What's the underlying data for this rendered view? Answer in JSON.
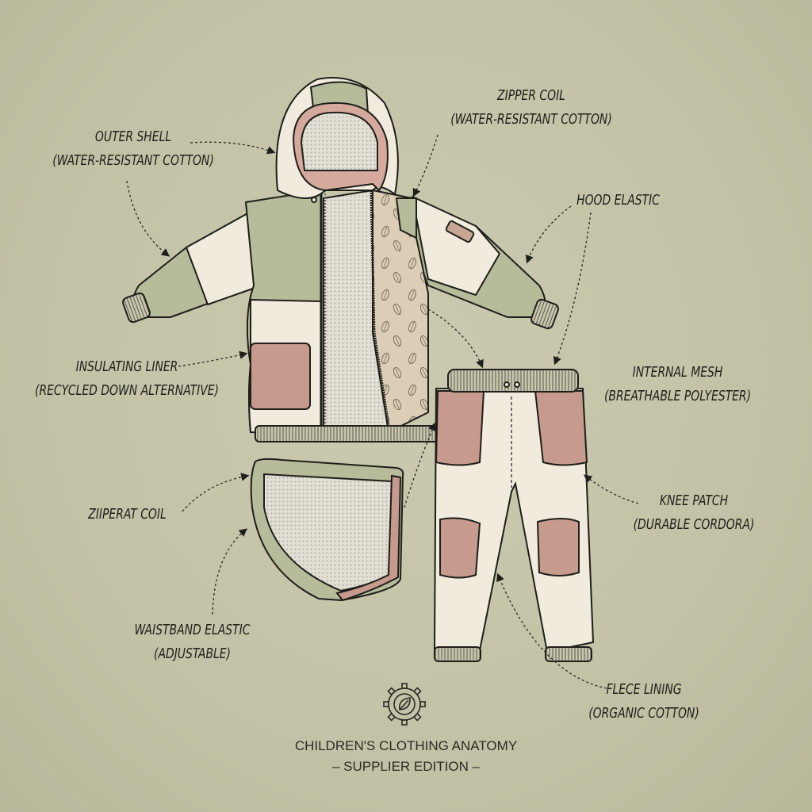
{
  "colors": {
    "background": "#c5c4a9",
    "sage": "#b6bb99",
    "cream": "#f0ebdd",
    "rose": "#c79a8e",
    "rose_light": "#d5aa9d",
    "print_beige": "#d9cbb4",
    "mesh": "#d9d6cb",
    "ink": "#1e1e1a"
  },
  "labels": [
    {
      "id": "outer-shell",
      "title": "OUTER SHELL",
      "sub": "(WATER-RESISTANT COTTON)"
    },
    {
      "id": "zipper-coil",
      "title": "ZIPPER COIL",
      "sub": "(WATER-RESISTANT COTTON)"
    },
    {
      "id": "hood-elastic",
      "title": "HOOD ELASTIC",
      "sub": ""
    },
    {
      "id": "insulating-liner",
      "title": "INSULATING LINER",
      "sub": "(RECYCLED DOWN ALTERNATIVE)"
    },
    {
      "id": "internal-mesh",
      "title": "INTERNAL MESH",
      "sub": "(BREATHABLE POLYESTER)"
    },
    {
      "id": "ziiperat-coil",
      "title": "ZIIPERAT COIL",
      "sub": ""
    },
    {
      "id": "knee-patch",
      "title": "KNEE PATCH",
      "sub": "(DURABLE CORDORA)"
    },
    {
      "id": "waistband-elastic",
      "title": "WAISTBAND ELASTIC",
      "sub": "(ADJUSTABLE)"
    },
    {
      "id": "flece-lining",
      "title": "FLECE LINING",
      "sub": "(ORGANIC COTTON)"
    }
  ],
  "footer": {
    "icon": "gear-leaf-icon",
    "title": "CHILDREN'S CLOTHING ANATOMY",
    "subtitle": "– SUPPLIER EDITION –"
  }
}
